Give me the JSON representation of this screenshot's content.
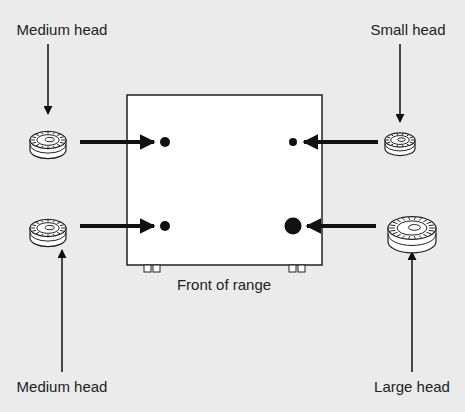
{
  "diagram": {
    "labels": [
      "Medium head",
      "Small head",
      "Medium head",
      "Large head",
      "Front of range"
    ]
  }
}
